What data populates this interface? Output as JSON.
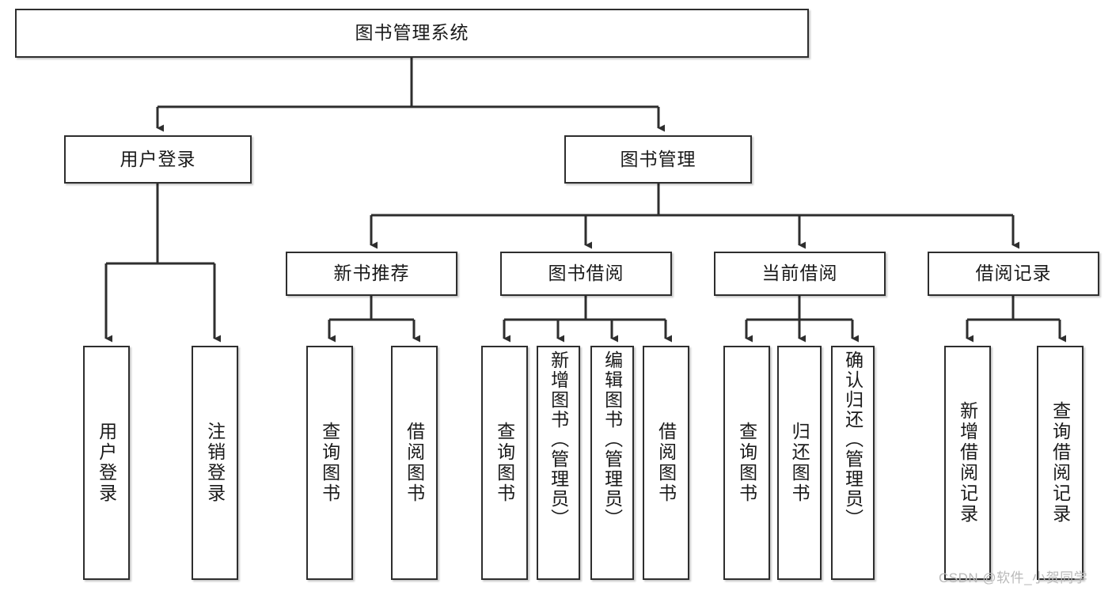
{
  "diagram": {
    "title": "图书管理系统",
    "watermark": "CSDN @软件_小贺同学",
    "colors": {
      "box_border": "#2e2e2e",
      "box_fill": "#ffffff",
      "connector": "#2e2e2e",
      "text": "#1a1a1a",
      "watermark": "#b9b9b9"
    },
    "levels": {
      "root": {
        "label": "图书管理系统"
      },
      "level2": [
        {
          "label": "用户登录"
        },
        {
          "label": "图书管理"
        }
      ],
      "level3": [
        {
          "label": "新书推荐"
        },
        {
          "label": "图书借阅"
        },
        {
          "label": "当前借阅"
        },
        {
          "label": "借阅记录"
        }
      ],
      "leaves": [
        {
          "label": "用户登录",
          "parent": "用户登录"
        },
        {
          "label": "注销登录",
          "parent": "用户登录"
        },
        {
          "label": "查询图书",
          "parent": "新书推荐"
        },
        {
          "label": "借阅图书",
          "parent": "新书推荐"
        },
        {
          "label": "查询图书",
          "parent": "图书借阅"
        },
        {
          "label": "新增图书（管理员）",
          "parent": "图书借阅"
        },
        {
          "label": "编辑图书（管理员）",
          "parent": "图书借阅"
        },
        {
          "label": "借阅图书",
          "parent": "图书借阅"
        },
        {
          "label": "查询图书",
          "parent": "当前借阅"
        },
        {
          "label": "归还图书",
          "parent": "当前借阅"
        },
        {
          "label": "确认归还（管理员）",
          "parent": "当前借阅"
        },
        {
          "label": "新增借阅记录",
          "parent": "借阅记录"
        },
        {
          "label": "查询借阅记录",
          "parent": "借阅记录"
        }
      ]
    }
  }
}
